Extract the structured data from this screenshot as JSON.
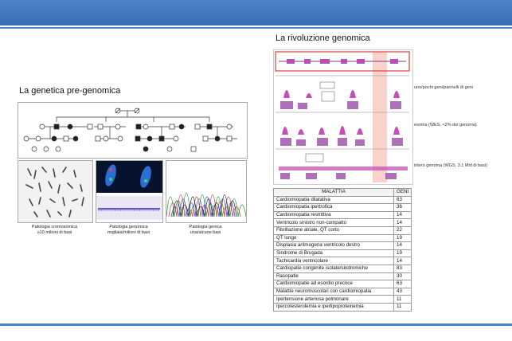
{
  "left": {
    "title": "La genetica pre-genomica",
    "captions": [
      {
        "line1": "Patologia cromosomica",
        "line2": "≥10 milioni di basi"
      },
      {
        "line1": "Patologia genomica",
        "line2": "migliaia/milioni di basi"
      },
      {
        "line1": "Patologia genica",
        "line2": "una/alcune basi"
      }
    ]
  },
  "right": {
    "title": "La rivoluzione genomica",
    "genome_labels": [
      "uno/pochi geni/pannelli di geni",
      "esoma (WES, <2% del genoma)",
      "intero genoma (WGS, 3.1 Mld di basi)"
    ]
  },
  "table": {
    "headers": [
      "MALATTIA",
      "GENI"
    ],
    "rows": [
      [
        "Cardiomiopatia dilatativa",
        "63"
      ],
      [
        "Cardiomiopatia ipertrofica",
        "36"
      ],
      [
        "Cardiomiopatia restrittiva",
        "14"
      ],
      [
        "Ventricolo sinistro non-compatto",
        "14"
      ],
      [
        "Fibrillazione atriale, QT corto",
        "22"
      ],
      [
        "QT lungo",
        "19"
      ],
      [
        "Displasia aritmogena ventricolo destro",
        "14"
      ],
      [
        "Sindrome di Brugada",
        "19"
      ],
      [
        "Tachicardia ventricolare",
        "14"
      ],
      [
        "Cardiopatie congenite  isolate/sindromiche",
        "83"
      ],
      [
        "Rasopatie",
        "30"
      ],
      [
        "Cardiomiopatie ad esordio precoce",
        "63"
      ],
      [
        "Malattie neuromuscolari con cardiomiopatia",
        "43"
      ],
      [
        "Ipertensione arteriosa polmonare",
        "11"
      ],
      [
        "Ipercolesterolemia e iperlipoproteinemia",
        "11"
      ]
    ]
  },
  "colors": {
    "accent": "#4f82c7",
    "pink": "#c64fb4",
    "red": "#d9443a"
  }
}
